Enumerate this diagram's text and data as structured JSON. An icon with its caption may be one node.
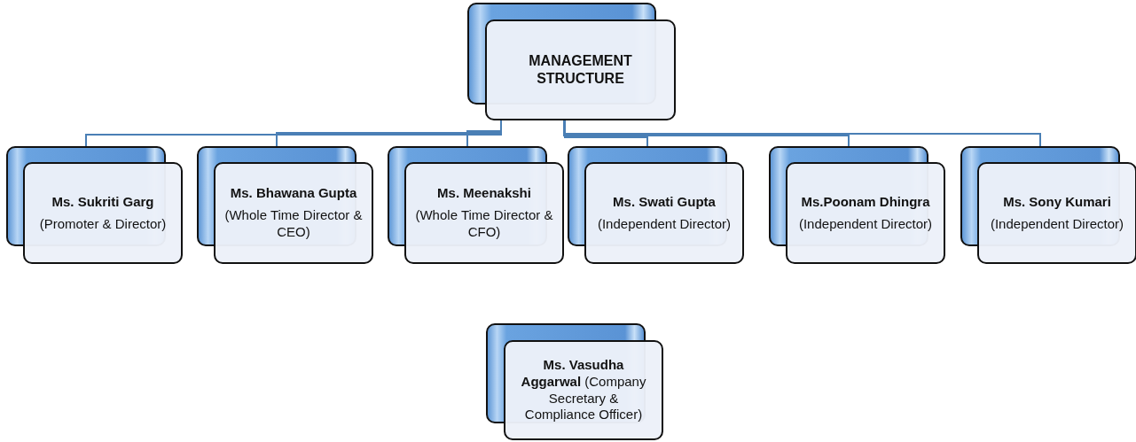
{
  "diagram": {
    "nodes": [
      {
        "text": [
          "MANAGEMENT STRUCTURE"
        ]
      },
      {
        "text": [
          "Ms. Sukriti Garg",
          "(Promoter & Director)"
        ]
      },
      {
        "text": [
          "Ms. Bhawana Gupta",
          "(Whole Time Director & CEO)"
        ]
      },
      {
        "text": [
          "Ms. Meenakshi",
          "(Whole Time Director & CFO)"
        ]
      },
      {
        "text": [
          "Ms. Swati Gupta",
          "(Independent Director)"
        ]
      },
      {
        "text": [
          "Ms.Poonam Dhingra",
          "(Independent Director)"
        ]
      },
      {
        "text": [
          "Ms. Sony Kumari",
          "(Independent Director)"
        ]
      },
      {
        "text": [
          "**Ms. Vasudha Aggarwal** (Company Secretary & Compliance Officer)"
        ]
      }
    ],
    "edges": [
      {
        "from": 0,
        "to": 1,
        "arrow": "none"
      },
      {
        "from": 0,
        "to": 2,
        "arrow": "none"
      },
      {
        "from": 0,
        "to": 3,
        "arrow": "none"
      },
      {
        "from": 0,
        "to": 4,
        "arrow": "none"
      },
      {
        "from": 0,
        "to": 5,
        "arrow": "none"
      },
      {
        "from": 0,
        "to": 6,
        "arrow": "none"
      }
    ]
  }
}
